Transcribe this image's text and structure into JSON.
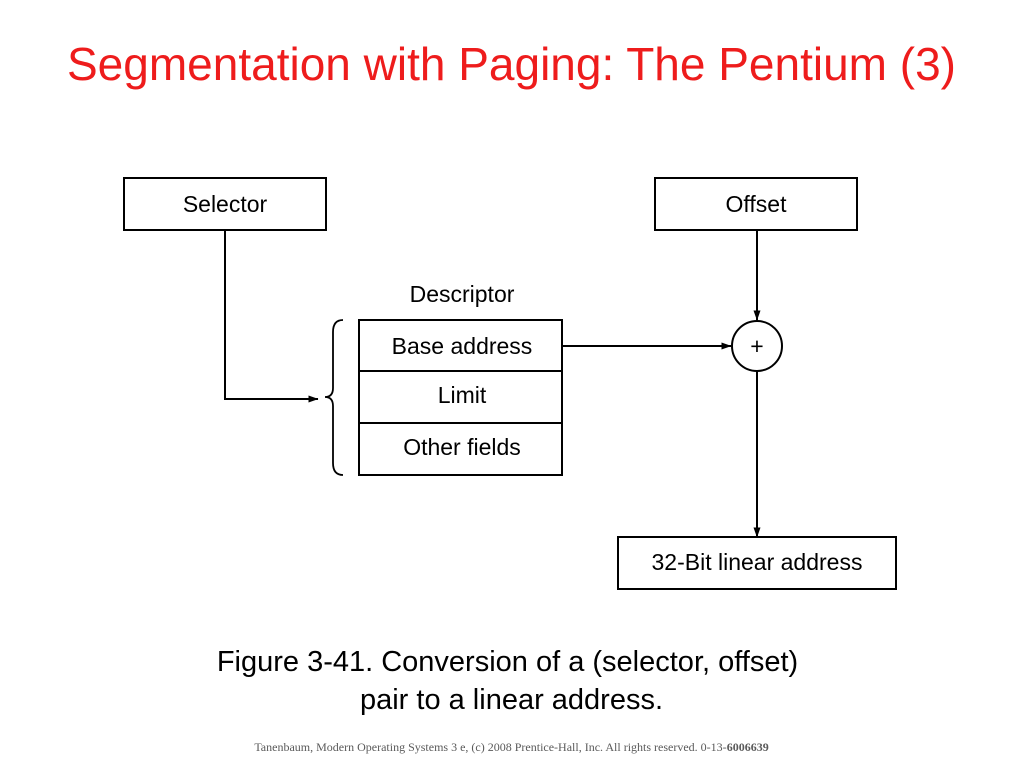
{
  "title": "Segmentation with Paging: The Pentium (3)",
  "diagram": {
    "selector_label": "Selector",
    "offset_label": "Offset",
    "descriptor_label": "Descriptor",
    "base_address_label": "Base address",
    "limit_label": "Limit",
    "other_fields_label": "Other fields",
    "adder_symbol": "+",
    "linear_address_label": "32-Bit linear address"
  },
  "caption": {
    "line1": "Figure 3-41. Conversion of a (selector, offset)",
    "line2": "pair to a linear address."
  },
  "footer": {
    "text": "Tanenbaum, Modern Operating Systems 3 e, (c) 2008 Prentice-Hall, Inc. All rights reserved. 0-13-",
    "isbn_bold": "6006639"
  }
}
